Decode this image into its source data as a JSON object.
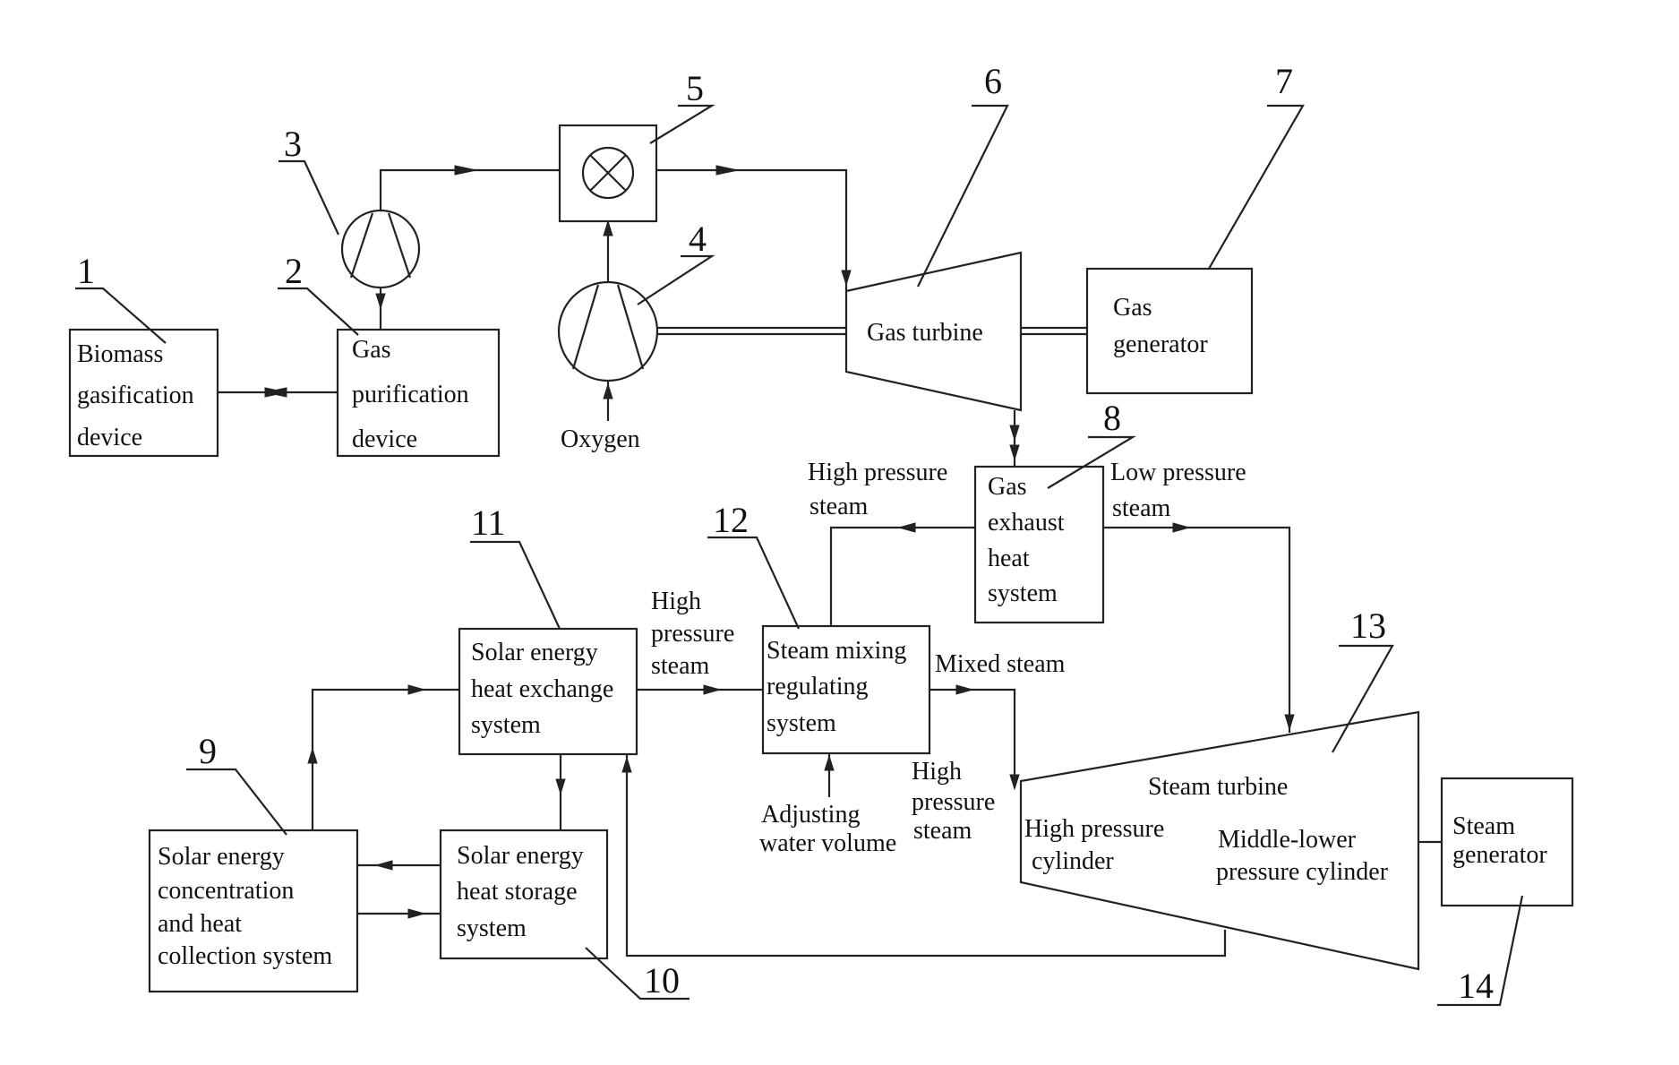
{
  "colors": {
    "ink": "#222222",
    "background": "#ffffff"
  },
  "numbers": {
    "n1": "1",
    "n2": "2",
    "n3": "3",
    "n4": "4",
    "n5": "5",
    "n6": "6",
    "n7": "7",
    "n8": "8",
    "n9": "9",
    "n10": "10",
    "n11": "11",
    "n12": "12",
    "n13": "13",
    "n14": "14"
  },
  "components": {
    "biomass": [
      "Biomass",
      "gasification",
      "device"
    ],
    "purification": [
      "Gas",
      "purification",
      "device"
    ],
    "gas_turbine": "Gas turbine",
    "gas_generator": [
      "Gas",
      "generator"
    ],
    "exhaust": [
      "Gas",
      "exhaust",
      "heat",
      "system"
    ],
    "solar_exchange": [
      "Solar energy",
      "heat exchange",
      "system"
    ],
    "steam_mixing": [
      "Steam mixing",
      "regulating",
      "system"
    ],
    "solar_concentration": [
      "Solar energy",
      "concentration",
      "and heat",
      "collection system"
    ],
    "solar_storage": [
      "Solar energy",
      "heat storage",
      "system"
    ],
    "steam_turbine": "Steam turbine",
    "hp_cylinder": [
      "High pressure",
      "cylinder"
    ],
    "mlp_cylinder": [
      "Middle-lower",
      "pressure cylinder"
    ],
    "steam_generator": [
      "Steam",
      "generator"
    ]
  },
  "flow_labels": {
    "oxygen": "Oxygen",
    "hp_steam_exhaust": [
      "High pressure",
      "steam"
    ],
    "lp_steam": [
      "Low pressure",
      "steam"
    ],
    "hp_steam_solar": [
      "High",
      "pressure",
      "steam"
    ],
    "mixed_steam": "Mixed steam",
    "adjusting_water": [
      "Adjusting",
      "water volume"
    ],
    "hp_steam_turbine": [
      "High",
      "pressure",
      "steam"
    ]
  }
}
